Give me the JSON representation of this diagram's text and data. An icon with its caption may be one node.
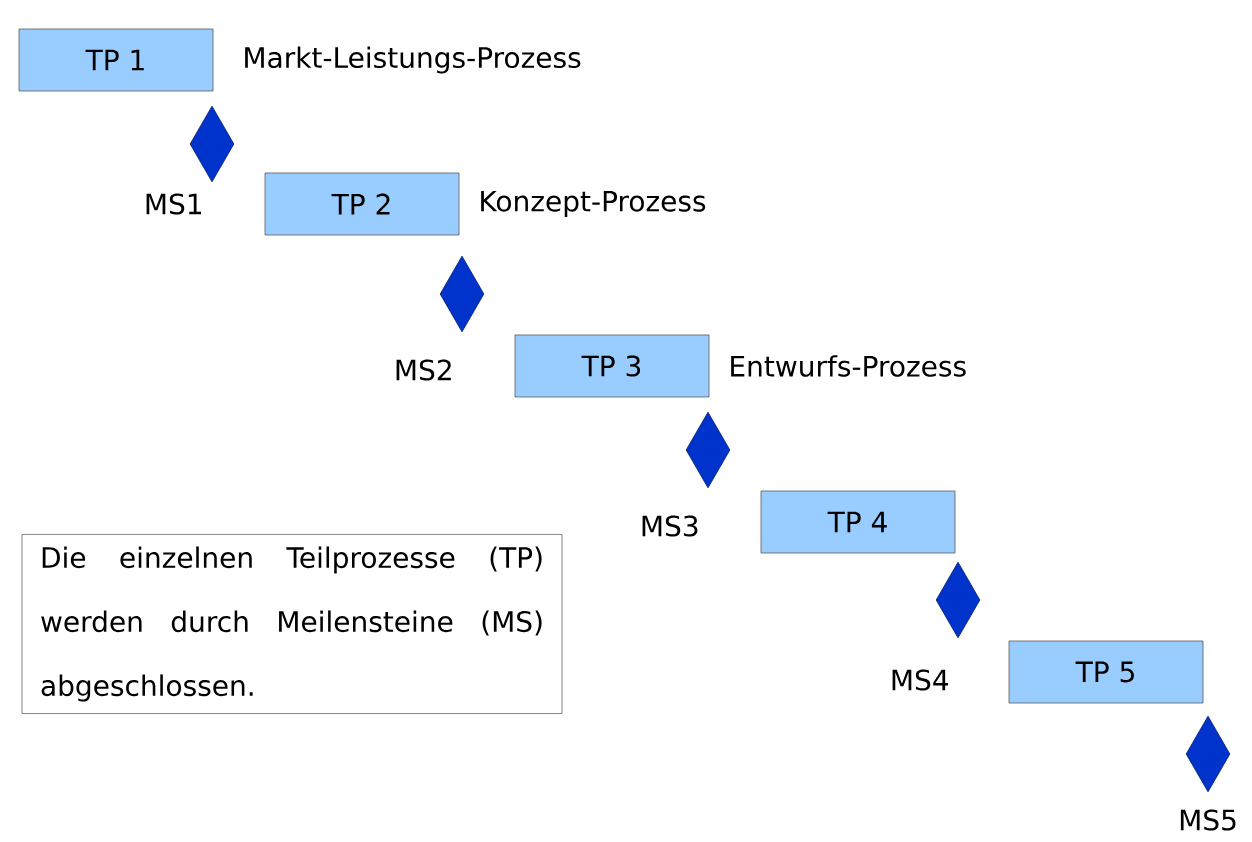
{
  "diagram": {
    "nodes": [
      {
        "text": [
          "TP 1"
        ],
        "beside": [
          "Markt-Leistungs-Prozess"
        ]
      },
      {
        "text": [],
        "shape": "diamond",
        "beside": [
          "MS1"
        ]
      },
      {
        "text": [
          "TP 2"
        ],
        "beside": [
          "Konzept-Prozess"
        ]
      },
      {
        "text": [],
        "shape": "diamond",
        "beside": [
          "MS2"
        ]
      },
      {
        "text": [
          "TP 3"
        ],
        "beside": [
          "Entwurfs-Prozess"
        ]
      },
      {
        "text": [],
        "shape": "diamond",
        "beside": [
          "MS3"
        ]
      },
      {
        "text": [
          "TP 4"
        ]
      },
      {
        "text": [],
        "shape": "diamond",
        "beside": [
          "MS4"
        ]
      },
      {
        "text": [
          "TP 5"
        ]
      },
      {
        "text": [],
        "shape": "diamond",
        "beside": [
          "MS5"
        ]
      },
      {
        "text": [
          "Die einzelnen Teilprozesse (TP) werden durch Meilensteine (MS) abgeschlossen."
        ]
      }
    ],
    "edges": []
  }
}
